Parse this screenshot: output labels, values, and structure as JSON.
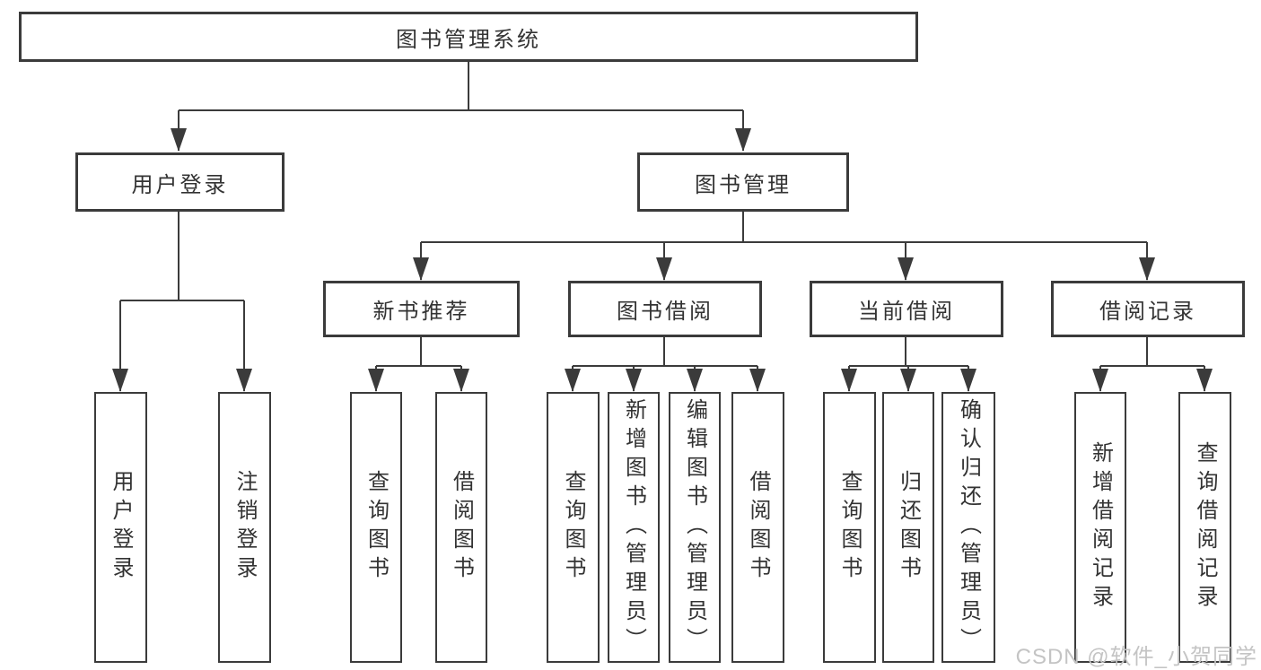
{
  "title": "图书管理系统",
  "watermark": "CSDN @软件_小贺同学",
  "colors": {
    "line": "#3b3b3b",
    "border": "#3b3b3b",
    "text": "#333333",
    "watermark": "#c4c4c4",
    "background": "#ffffff"
  },
  "nodes": {
    "root": {
      "label": "图书管理系统"
    },
    "level2": [
      {
        "label": "用户登录"
      },
      {
        "label": "图书管理"
      }
    ],
    "level3": [
      {
        "label": "新书推荐",
        "parent": "图书管理"
      },
      {
        "label": "图书借阅",
        "parent": "图书管理"
      },
      {
        "label": "当前借阅",
        "parent": "图书管理"
      },
      {
        "label": "借阅记录",
        "parent": "图书管理"
      }
    ],
    "leaves": [
      {
        "label": "用户登录",
        "parent": "用户登录"
      },
      {
        "label": "注销登录",
        "parent": "用户登录"
      },
      {
        "label": "查询图书",
        "parent": "新书推荐"
      },
      {
        "label": "借阅图书",
        "parent": "新书推荐"
      },
      {
        "label": "查询图书",
        "parent": "图书借阅"
      },
      {
        "label": "新增图书（管理员）",
        "parent": "图书借阅"
      },
      {
        "label": "编辑图书（管理员）",
        "parent": "图书借阅"
      },
      {
        "label": "借阅图书",
        "parent": "图书借阅"
      },
      {
        "label": "查询图书",
        "parent": "当前借阅"
      },
      {
        "label": "归还图书",
        "parent": "当前借阅"
      },
      {
        "label": "确认归还（管理员）",
        "parent": "当前借阅"
      },
      {
        "label": "新增借阅记录",
        "parent": "借阅记录"
      },
      {
        "label": "查询借阅记录",
        "parent": "借阅记录"
      }
    ]
  }
}
